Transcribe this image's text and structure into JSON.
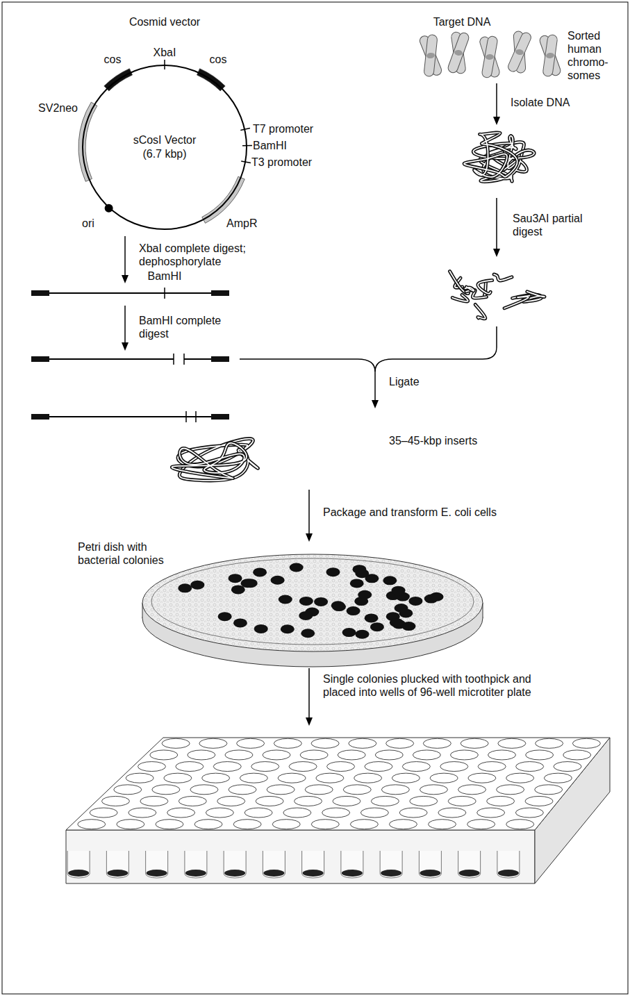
{
  "diagram": {
    "nodes": [
      {
        "text": [
          "sCosI Vector (6.7 kbp)"
        ]
      }
    ],
    "labels": [
      "Cosmid vector",
      "Target DNA",
      "XbaI",
      "cos",
      "cos",
      "SV2neo",
      "T7 promoter",
      "BamHI",
      "T3 promoter",
      "AmpR",
      "ori",
      "Sorted human chromo- somes",
      "Isolate DNA",
      "XbaI complete digest; dephosphorylate",
      "BamHI",
      "BamHI complete digest",
      "Sau3AI partial digest",
      "Ligate",
      "35–45-kbp inserts",
      "Package and transform E. coli cells",
      "Petri dish with bacterial colonies",
      "Single colonies plucked with toothpick and placed into wells of 96-well microtiter plate"
    ]
  }
}
